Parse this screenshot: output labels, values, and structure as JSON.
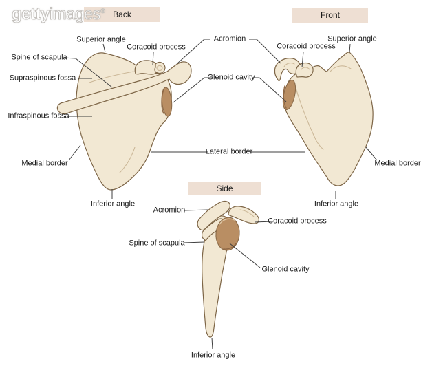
{
  "watermark": {
    "bold": "getty",
    "light": "images",
    "registered": "®"
  },
  "headers": {
    "back": "Back",
    "front": "Front",
    "side": "Side"
  },
  "labels": {
    "back": {
      "superior_angle": "Superior angle",
      "coracoid_process": "Coracoid process",
      "spine_of_scapula": "Spine of scapula",
      "supraspinous_fossa": "Supraspinous fossa",
      "infraspinous_fossa": "Infraspinous fossa",
      "medial_border": "Medial border",
      "inferior_angle": "Inferior angle"
    },
    "center": {
      "acromion": "Acromion",
      "glenoid_cavity": "Glenoid cavity",
      "lateral_border": "Lateral border"
    },
    "front": {
      "coracoid_process": "Coracoid process",
      "superior_angle": "Superior angle",
      "medial_border": "Medial border",
      "inferior_angle": "Inferior angle"
    },
    "side": {
      "acromion": "Acromion",
      "coracoid_process": "Coracoid process",
      "spine_of_scapula": "Spine of scapula",
      "glenoid_cavity": "Glenoid cavity",
      "inferior_angle": "Inferior angle"
    }
  },
  "colors": {
    "header_bg": "#eedfd3",
    "bone_fill": "#f2e8d3",
    "bone_outline": "#7d6546",
    "glenoid_fill": "#b98e63",
    "glenoid_outline": "#8a6a48",
    "glenoid_dark": "#8f6845",
    "glenoid_light": "#dfc8a6",
    "detail_line": "#cbb797",
    "leader_line": "#3f3f3f",
    "label_text": "#1a1a1a",
    "watermark_outline": "#c4c1bd"
  }
}
